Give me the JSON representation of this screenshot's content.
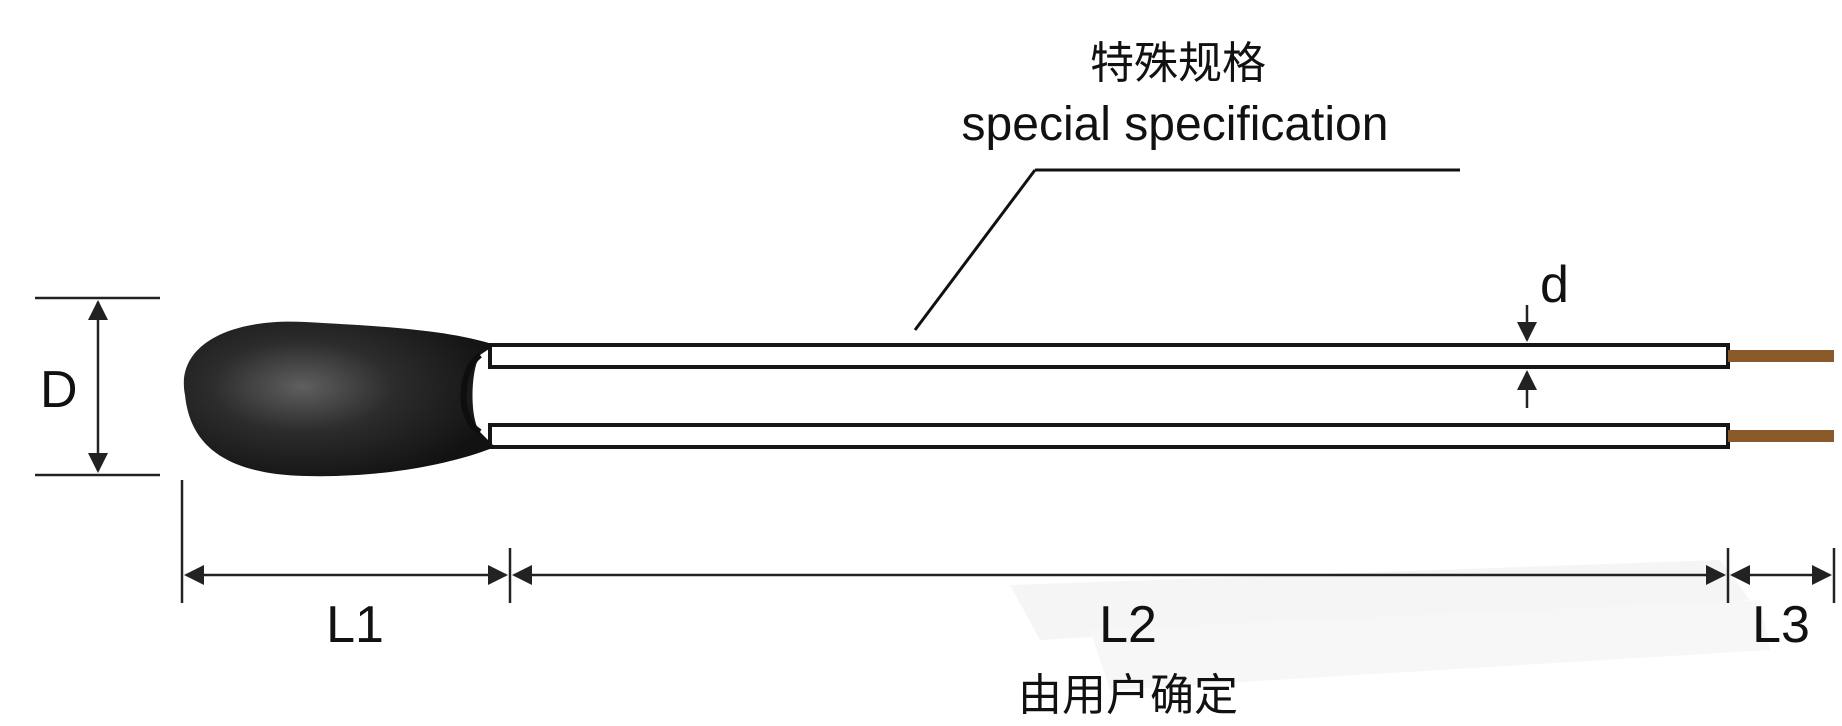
{
  "diagram": {
    "callout": {
      "title_cn": "特殊规格",
      "title_en": "special specification"
    },
    "dimensions": {
      "D": "D",
      "d": "d",
      "L1": "L1",
      "L2": "L2",
      "L3": "L3"
    },
    "note_cn": "由用户确定",
    "colors": {
      "bead": "#1e1e1e",
      "bead_highlight": "#5a5a5a",
      "insulation_fill": "#ffffff",
      "insulation_edge": "#161616",
      "conductor": "#8a5a2b",
      "dimension_line": "#222222",
      "watermark": "#e6e6e6"
    }
  }
}
